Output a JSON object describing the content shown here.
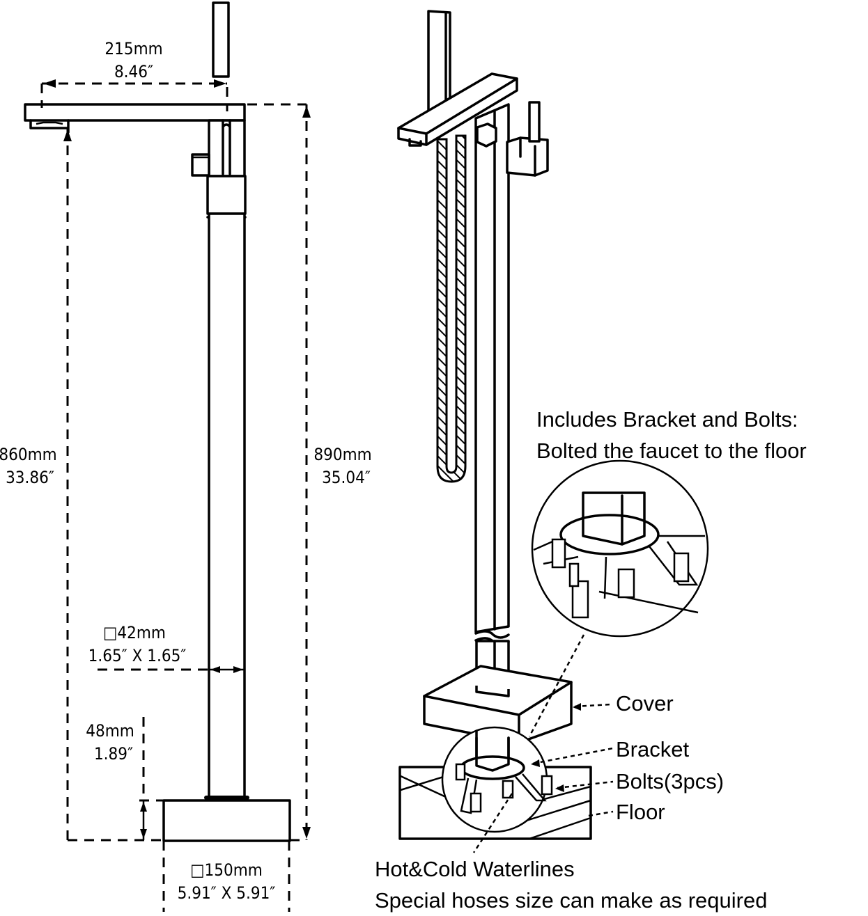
{
  "side_view": {
    "spout_reach": {
      "mm": "215mm",
      "inch": "8.46″"
    },
    "spout_height": {
      "mm": "860mm",
      "inch": "33.86″"
    },
    "total_height": {
      "mm": "890mm",
      "inch": "35.04″"
    },
    "pipe_size": {
      "mm": "□42mm",
      "inch": "1.65″ X 1.65″"
    },
    "base_height": {
      "mm": "48mm",
      "inch": "1.89″"
    },
    "base_size": {
      "mm": "□150mm",
      "inch": "5.91″ X 5.91″"
    }
  },
  "perspective_view": {
    "note_line1": "Includes Bracket and Bolts:",
    "note_line2": "Bolted the faucet to the floor",
    "callouts": {
      "cover": "Cover",
      "bracket": "Bracket",
      "bolts": "Bolts(3pcs)",
      "floor": "Floor"
    },
    "waterlines_line1": "Hot&Cold Waterlines",
    "waterlines_line2": "Special hoses size can make as required"
  }
}
